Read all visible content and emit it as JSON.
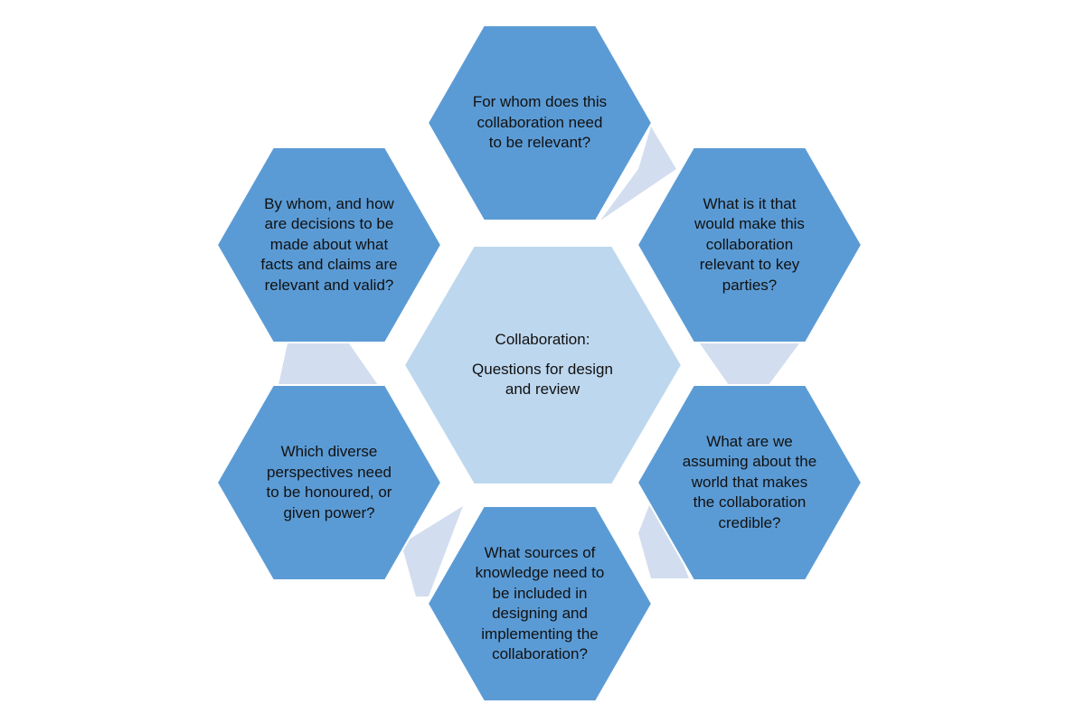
{
  "center": {
    "title": "Collaboration:",
    "subtitle_lines": [
      "Questions for design",
      "and review"
    ]
  },
  "nodes": [
    {
      "id": "top",
      "lines": [
        "For whom does this",
        "collaboration need",
        "to be relevant?"
      ]
    },
    {
      "id": "upper-right",
      "lines": [
        "What is it that",
        "would make this",
        "collaboration",
        "relevant to key",
        "parties?"
      ]
    },
    {
      "id": "lower-right",
      "lines": [
        "What are we",
        "assuming about the",
        "world that makes",
        "the collaboration",
        "credible?"
      ]
    },
    {
      "id": "bottom",
      "lines": [
        "What sources of",
        "knowledge need to",
        "be included in",
        "designing and",
        "implementing the",
        "collaboration?"
      ]
    },
    {
      "id": "lower-left",
      "lines": [
        "Which diverse",
        "perspectives need",
        "to be honoured, or",
        "given power?"
      ]
    },
    {
      "id": "upper-left",
      "lines": [
        "By whom, and how",
        "are decisions to be",
        "made about what",
        "facts and claims are",
        "relevant and valid?"
      ]
    }
  ],
  "colors": {
    "outer_fill": "#5b9bd5",
    "center_fill": "#bdd7ee",
    "connector_fill": "#d2deef",
    "text": "#111111"
  }
}
